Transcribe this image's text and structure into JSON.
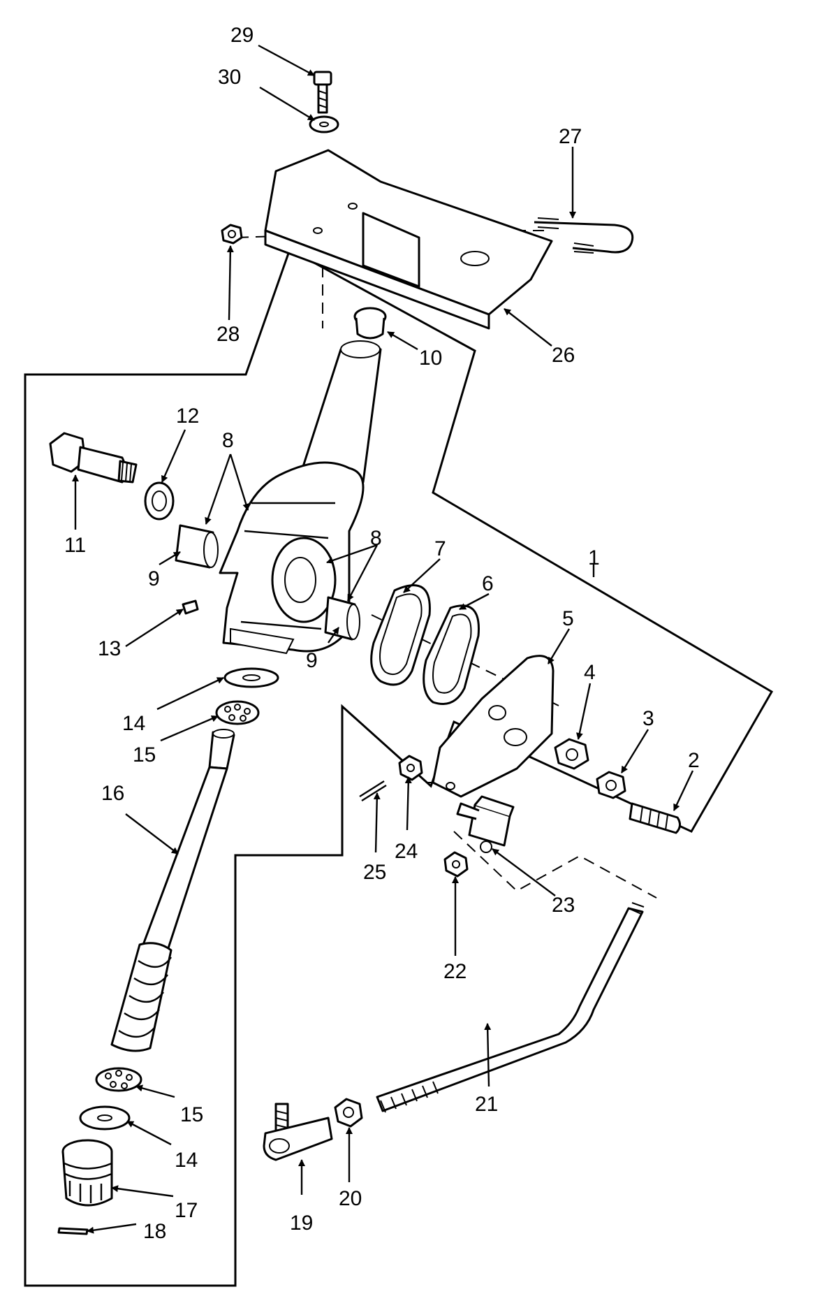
{
  "callouts": [
    {
      "id": "1",
      "label": "1"
    },
    {
      "id": "2",
      "label": "2"
    },
    {
      "id": "3",
      "label": "3"
    },
    {
      "id": "4",
      "label": "4"
    },
    {
      "id": "5",
      "label": "5"
    },
    {
      "id": "6",
      "label": "6"
    },
    {
      "id": "7",
      "label": "7"
    },
    {
      "id": "8a",
      "label": "8"
    },
    {
      "id": "8b",
      "label": "8"
    },
    {
      "id": "9a",
      "label": "9"
    },
    {
      "id": "9b",
      "label": "9"
    },
    {
      "id": "10",
      "label": "10"
    },
    {
      "id": "11",
      "label": "11"
    },
    {
      "id": "12",
      "label": "12"
    },
    {
      "id": "13",
      "label": "13"
    },
    {
      "id": "14a",
      "label": "14"
    },
    {
      "id": "14b",
      "label": "14"
    },
    {
      "id": "15a",
      "label": "15"
    },
    {
      "id": "15b",
      "label": "15"
    },
    {
      "id": "16",
      "label": "16"
    },
    {
      "id": "17",
      "label": "17"
    },
    {
      "id": "18",
      "label": "18"
    },
    {
      "id": "19",
      "label": "19"
    },
    {
      "id": "20",
      "label": "20"
    },
    {
      "id": "21",
      "label": "21"
    },
    {
      "id": "22",
      "label": "22"
    },
    {
      "id": "23",
      "label": "23"
    },
    {
      "id": "24",
      "label": "24"
    },
    {
      "id": "25",
      "label": "25"
    },
    {
      "id": "26",
      "label": "26"
    },
    {
      "id": "27",
      "label": "27"
    },
    {
      "id": "28",
      "label": "28"
    },
    {
      "id": "29",
      "label": "29"
    },
    {
      "id": "30",
      "label": "30"
    }
  ]
}
